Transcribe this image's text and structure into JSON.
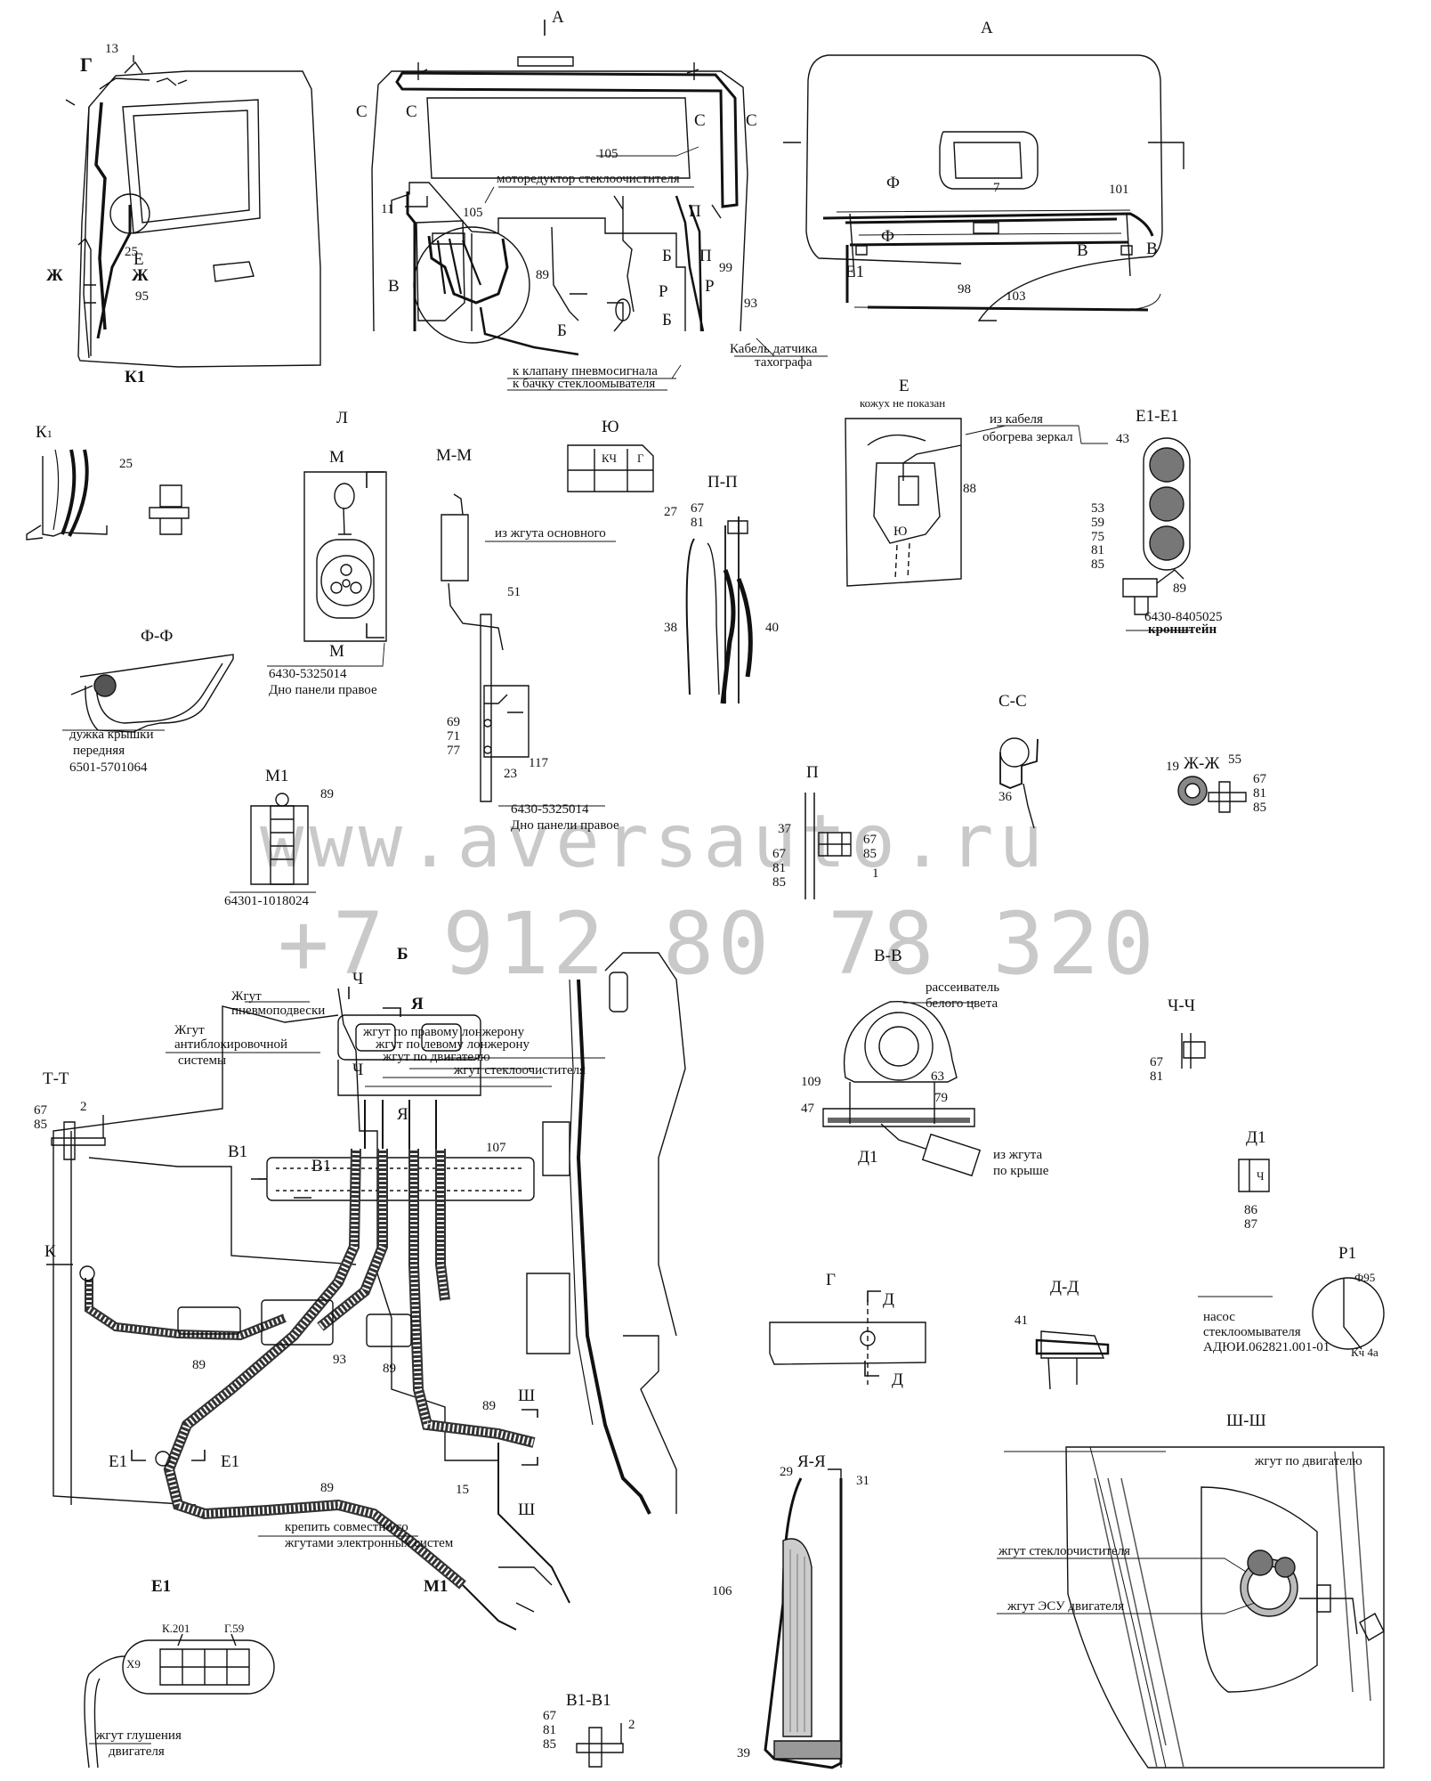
{
  "watermark": {
    "url": "www.aversauto.ru",
    "phone": "+7 912 80 78 320"
  },
  "views": {
    "A_top": "A",
    "A_right": "A",
    "G": "Г",
    "K1": "К",
    "K1_sub": "1",
    "L": "Л",
    "MM": "М-М",
    "YU": "Ю",
    "PP": "П-П",
    "E": "Е",
    "E1E1": "Е1-Е1",
    "FF": "Ф-Ф",
    "M1": "М1",
    "CC": "С-С",
    "ZhZh": "Ж-Ж",
    "P": "П",
    "B": "Б",
    "VV": "В-В",
    "ChCh": "Ч-Ч",
    "TT": "Т-Т",
    "D1": "Д1",
    "R1": "Р1",
    "G2": "Г",
    "DD": "Д-Д",
    "ShSh": "Ш-Ш",
    "YaYa": "Я-Я",
    "E1b": "Е1",
    "V1V1": "В1-В1"
  },
  "labels": {
    "reductor": "моторедуктор стеклоочистителя",
    "valve": "к клапану пневмосигнала",
    "tank": "к бачку стеклоомывателя",
    "sensor1": "Кабель датчика",
    "sensor2": "тахографа",
    "cover_note": "кожух не показан",
    "cable_mirror1": "из кабеля",
    "cable_mirror2": "обогрева зеркал",
    "bracket_code": "6430-8405025",
    "bracket_name": "кронштейн",
    "main_harness": "из жгута основного",
    "panel_code_L": "6430-5325014",
    "panel_name_L": "Дно панели правое",
    "panel_code_M": "6430-5325014",
    "panel_name_M": "Дно панели правое",
    "lid1": "дужка крышки",
    "lid2": "передняя",
    "lid_code": "6501-5701064",
    "m1_code": "64301-1018024",
    "diffuser1": "рассеиватель",
    "diffuser2": "белого цвета",
    "roof1": "из жгута",
    "roof2": "по крыше",
    "pump1": "насос",
    "pump2": "стеклоомывателя",
    "pump3": "АДЮИ.062821.001-01",
    "pump_dia": "Ф95",
    "pump_kch": "Кч 4а",
    "h_pneumo1": "Жгут",
    "h_pneumo2": "пневмоподвески",
    "h_abs1": "Жгут",
    "h_abs2": "антиблокировочной",
    "h_abs3": "системы",
    "h_right": "жгут по правому лонжерону",
    "h_left": "жгут по левому лонжерону",
    "h_engine": "жгут по двигателю",
    "h_wiper": "жгут стеклоочистителя",
    "fix1": "крепить совместно со",
    "fix2": "жгутами электронных систем",
    "sh_engine": "жгут по двигателю",
    "sh_wiper": "жгут стеклоочистителя",
    "sh_esu": "жгут ЭСУ двигателя",
    "e1_k201": "К.201",
    "e1_g59": "Г.59",
    "e1_x9": "X9",
    "e1_stop1": "жгут глушения",
    "e1_stop2": "двигателя",
    "yu_kch": "КЧ",
    "yu_g": "Г",
    "d1_ch": "Ч"
  },
  "numbers": {
    "n13": "13",
    "n25a": "25",
    "n95": "95",
    "n105a": "105",
    "n105b": "105",
    "n11": "11",
    "n89a": "89",
    "n99": "99",
    "n93a": "93",
    "n7": "7",
    "n101": "101",
    "n98": "98",
    "n103": "103",
    "n25b": "25",
    "n51": "51",
    "n69": "69",
    "n71": "71",
    "n77": "77",
    "n23": "23",
    "n117": "117",
    "n27": "27",
    "n67a": "67",
    "n81a": "81",
    "n38": "38",
    "n40": "40",
    "n88": "88",
    "n43": "43",
    "n53": "53",
    "n59": "59",
    "n75": "75",
    "n81b": "81",
    "n85a": "85",
    "n89b": "89",
    "n89c": "89",
    "n36": "36",
    "n19": "19",
    "n55": "55",
    "n67b": "67",
    "n81c": "81",
    "n85b": "85",
    "n37": "37",
    "n67c": "67",
    "n81d": "81",
    "n85c": "85",
    "n67d": "67",
    "n85d": "85",
    "n1": "1",
    "n109": "109",
    "n47": "47",
    "n63": "63",
    "n79": "79",
    "n67e": "67",
    "n81e": "81",
    "n67f": "67",
    "n85e": "85",
    "n2a": "2",
    "n107": "107",
    "n86": "86",
    "n87": "87",
    "n89d": "89",
    "n93b": "93",
    "n89e": "89",
    "n89f": "89",
    "n89g": "89",
    "n15": "15",
    "n41": "41",
    "n29": "29",
    "n31": "31",
    "n106": "106",
    "n39": "39",
    "n67g": "67",
    "n81f": "81",
    "n85f": "85",
    "n2b": "2"
  },
  "markers": {
    "G": "Г",
    "E": "Е",
    "Zh": "Ж",
    "K1": "К1",
    "C": "С",
    "V": "В",
    "B": "Б",
    "P": "П",
    "R": "Р",
    "F": "Ф",
    "E1": "Е1",
    "M": "М",
    "Ch": "Ч",
    "Ya": "Я",
    "V1": "В1",
    "K": "К",
    "Sh": "Ш",
    "D": "Д"
  }
}
